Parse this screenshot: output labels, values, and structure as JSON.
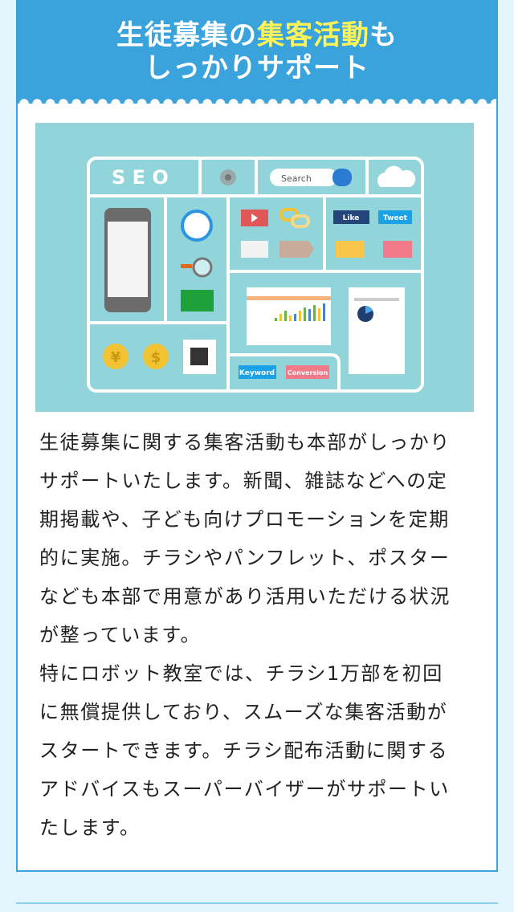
{
  "header": {
    "title_line1_pre": "生徒募集の",
    "title_line1_highlight": "集客活動",
    "title_line1_post": "も",
    "title_line2": "しっかりサポート",
    "colors": {
      "header_bg": "#3ba3db",
      "highlight": "#fff35a",
      "page_bg": "#e5f5fd"
    }
  },
  "illustration": {
    "seo": "S E O",
    "search": "Search",
    "like": "Like",
    "tweet": "Tweet",
    "keyword": "Keyword",
    "conversion": "Conversion",
    "yen": "¥",
    "dollar": "$"
  },
  "body": {
    "lines": [
      "生徒募集に関する集客活動も本部がしっかり",
      "サポートいたします。新聞、雑誌などへの定",
      "期掲載や、子ども向けプロモーションを定期",
      "的に実施。チラシやパンフレット、ポスター",
      "なども本部で用意があり活用いただける状況",
      "が整っています。",
      "特にロボット教室では、チラシ1万部を初回",
      "に無償提供しており、スムーズな集客活動が",
      "スタートできます。チラシ配布活動に関する",
      "アドバイスもスーパーバイザーがサポートい",
      "たします。"
    ]
  }
}
